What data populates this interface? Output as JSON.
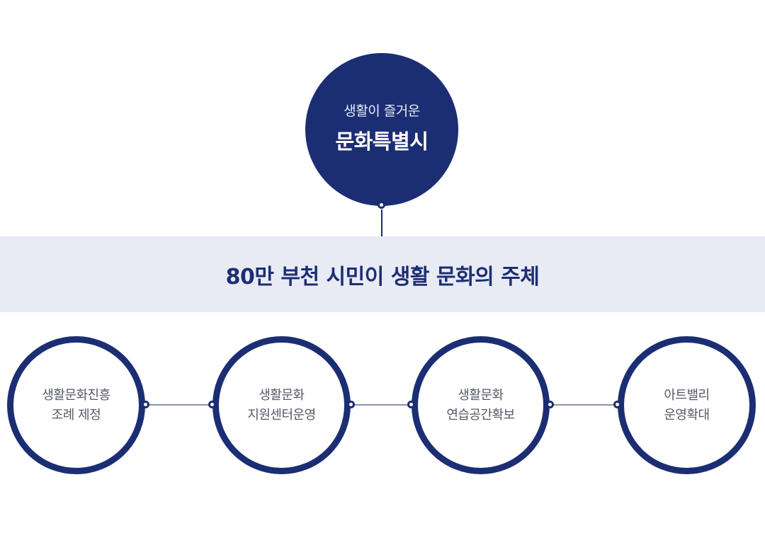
{
  "colors": {
    "primary": "#1c2e73",
    "banner_bg": "#e8ebf3",
    "ring_text": "#555a66"
  },
  "top": {
    "subtitle": "생활이 즐거운",
    "title": "문화특별시"
  },
  "banner": {
    "text": "80만 부천 시민이 생활 문화의 주체"
  },
  "items": [
    {
      "line1": "생활문화진흥",
      "line2": "조례 제정"
    },
    {
      "line1": "생활문화",
      "line2": "지원센터운영"
    },
    {
      "line1": "생활문화",
      "line2": "연습공간확보"
    },
    {
      "line1": "아트밸리",
      "line2": "운영확대"
    }
  ]
}
